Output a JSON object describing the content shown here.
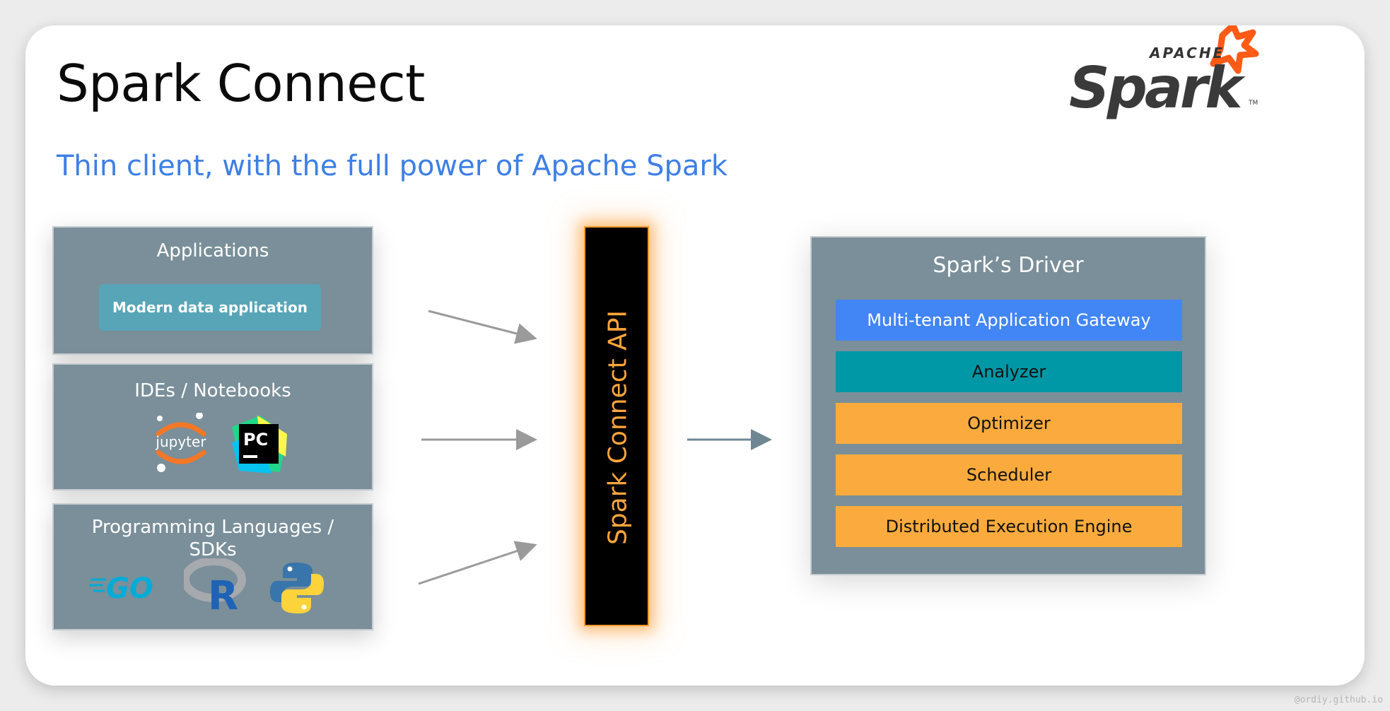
{
  "title": "Spark Connect",
  "subtitle": "Thin client, with the full power of Apache Spark",
  "logo": {
    "top_text": "APACHE",
    "word": "Spark",
    "tm": "TM"
  },
  "clients": {
    "applications": {
      "title": "Applications",
      "item": "Modern data application"
    },
    "ides": {
      "title": "IDEs / Notebooks",
      "icons": [
        "jupyter-icon",
        "pycharm-icon"
      ],
      "jupyter_text": "jupyter",
      "pycharm_text": "PC"
    },
    "languages": {
      "title_line1": "Programming Languages /",
      "title_line2": "SDKs",
      "icons": [
        "go-icon",
        "r-icon",
        "python-icon"
      ],
      "go_text": "GO",
      "r_text": "R"
    }
  },
  "api": {
    "label": "Spark Connect API"
  },
  "driver": {
    "title": "Spark’s Driver",
    "layers": [
      {
        "label": "Multi-tenant Application Gateway",
        "color": "#4285f4",
        "text_color": "#ffffff"
      },
      {
        "label": "Analyzer",
        "color": "#0097a7",
        "text_color": "#111111"
      },
      {
        "label": "Optimizer",
        "color": "#fbab3d",
        "text_color": "#111111"
      },
      {
        "label": "Scheduler",
        "color": "#fbab3d",
        "text_color": "#111111"
      },
      {
        "label": "Distributed Execution Engine",
        "color": "#fbab3d",
        "text_color": "#111111"
      }
    ]
  },
  "colors": {
    "subtitle": "#3d7fe6",
    "panel": "#7a8f99",
    "api_glow": "#ff9a2e",
    "api_text": "#ffa53c",
    "arrow": "#9a9a9a",
    "arrow_driver": "#6f8792"
  },
  "watermark": "@ordiy.github.io"
}
